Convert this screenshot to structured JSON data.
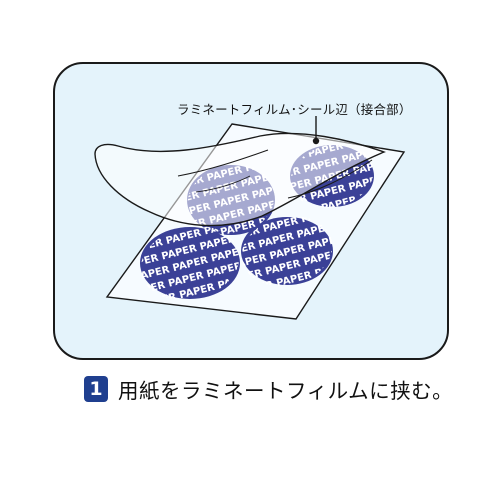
{
  "callout": {
    "text": "ラミネートフィルム･シール辺（接合部）"
  },
  "sticker": {
    "label": "PAPER",
    "color": "#3b4197",
    "rows": [
      "PAPER PAPER PAPER",
      "PAPER PAPER PAPER",
      "PAPER PAPER PAPER",
      "PAPER PAPER PAPER",
      "PAPER PAPER PAPER"
    ]
  },
  "caption": {
    "step_number": "1",
    "text": "用紙をラミネートフィルムに挟む。",
    "badge_color": "#1f3f8f"
  },
  "colors": {
    "panel_bg": "#e4f3fb",
    "film": "#f6fbff"
  }
}
